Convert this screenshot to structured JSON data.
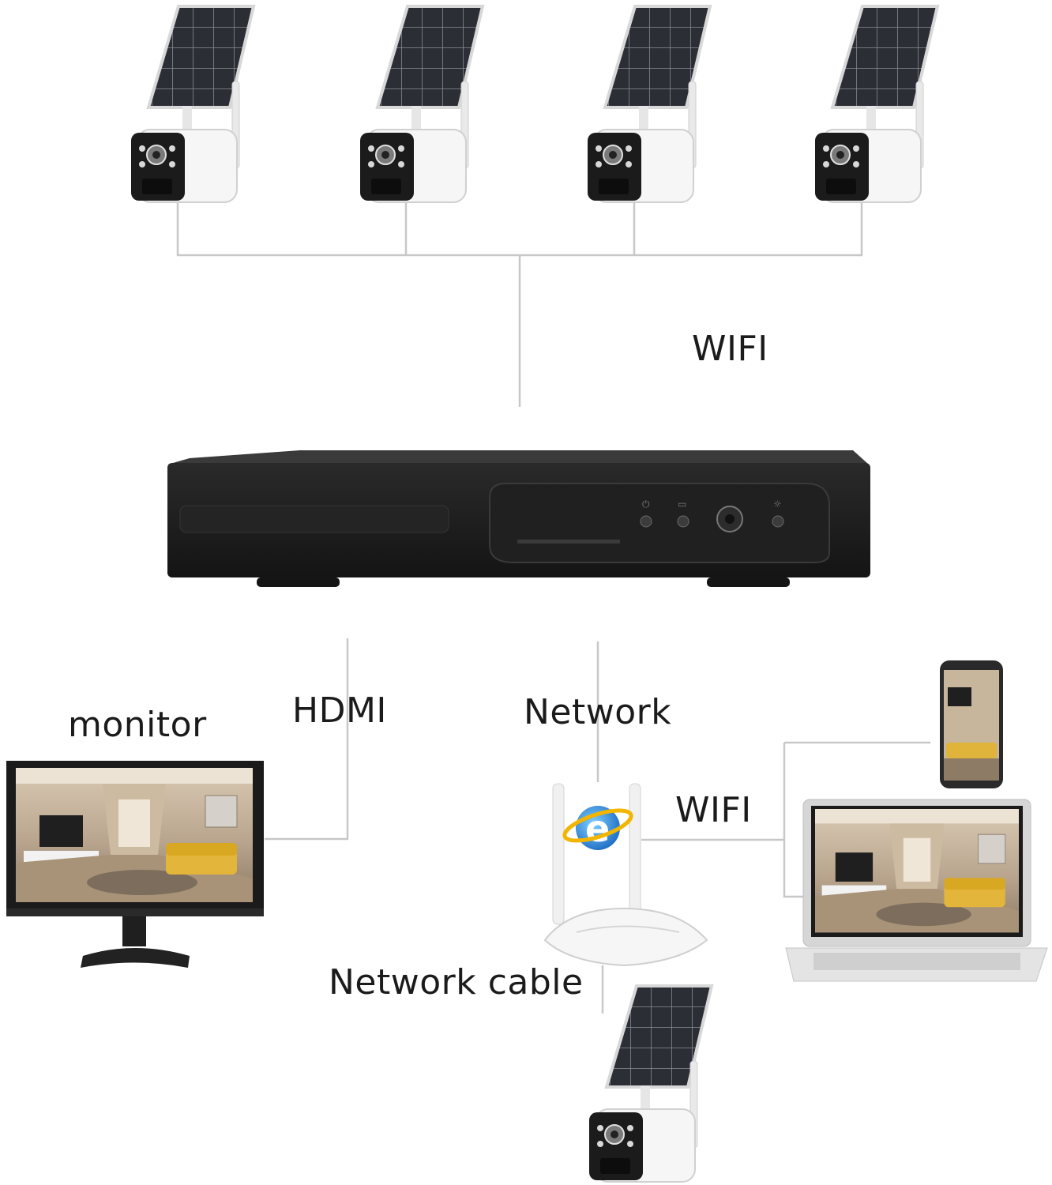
{
  "labels": {
    "wifi_top": "WIFI",
    "monitor": "monitor",
    "hdmi": "HDMI",
    "network": "Network",
    "wifi_bottom": "WIFI",
    "network_cable": "Network cable"
  },
  "devices": {
    "solar_cameras_top_count": 4,
    "solar_cameras_bottom_count": 1,
    "nvr": "nvr-recorder-icon",
    "router": "wifi-router-icon",
    "browser": "internet-explorer-icon",
    "monitor": "monitor-icon",
    "laptop": "laptop-icon",
    "phone": "smartphone-icon"
  },
  "colors": {
    "connector_line": "#c8c8c8",
    "nvr_body": "#1c1c1c",
    "solar_panel": "#2a2d33",
    "camera_body": "#f4f4f4",
    "text": "#1b1b1b"
  }
}
